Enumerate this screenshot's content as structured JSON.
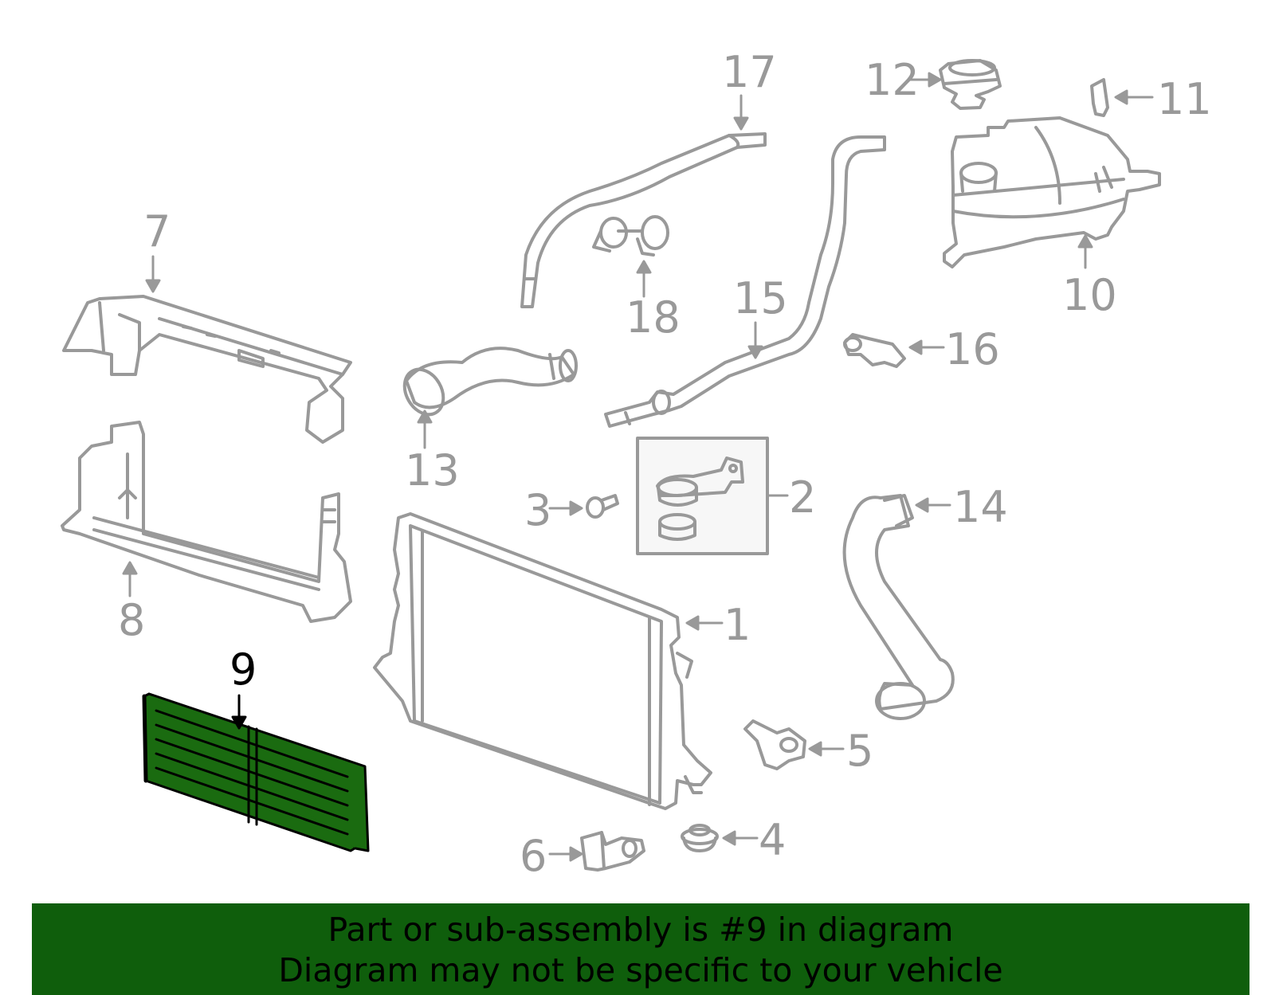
{
  "diagram": {
    "highlight_color": "#1a6b10",
    "line_color": "#999999",
    "callouts": [
      {
        "id": "1",
        "text": "1"
      },
      {
        "id": "2",
        "text": "2"
      },
      {
        "id": "3",
        "text": "3"
      },
      {
        "id": "4",
        "text": "4"
      },
      {
        "id": "5",
        "text": "5"
      },
      {
        "id": "6",
        "text": "6"
      },
      {
        "id": "7",
        "text": "7"
      },
      {
        "id": "8",
        "text": "8"
      },
      {
        "id": "9",
        "text": "9"
      },
      {
        "id": "10",
        "text": "10"
      },
      {
        "id": "11",
        "text": "11"
      },
      {
        "id": "12",
        "text": "12"
      },
      {
        "id": "13",
        "text": "13"
      },
      {
        "id": "14",
        "text": "14"
      },
      {
        "id": "15",
        "text": "15"
      },
      {
        "id": "16",
        "text": "16"
      },
      {
        "id": "17",
        "text": "17"
      },
      {
        "id": "18",
        "text": "18"
      }
    ]
  },
  "banner": {
    "line1": "Part or sub-assembly is #9 in diagram",
    "line2": "Diagram may not be specific to your vehicle",
    "color": "#0f5e0c"
  }
}
